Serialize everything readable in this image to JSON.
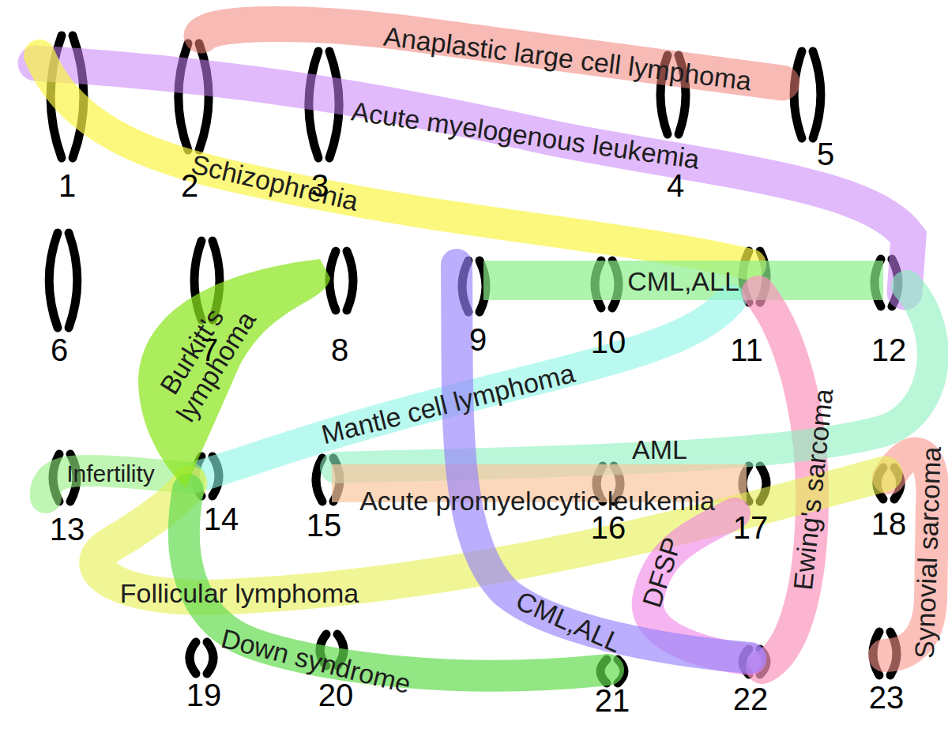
{
  "diagram": {
    "nodes": [
      {
        "text": [
          "Anaplastic large cell lymphoma"
        ]
      },
      {
        "text": [
          "Acute myelogenous leukemia"
        ]
      },
      {
        "text": [
          "Schizophrenia"
        ]
      },
      {
        "text": [
          "CML,ALL"
        ]
      },
      {
        "text": [
          "Burkitt's lymphoma"
        ]
      },
      {
        "text": [
          "Mantle cell lymphoma"
        ]
      },
      {
        "text": [
          "Ewing's sarcoma"
        ]
      },
      {
        "text": [
          "Infertility"
        ]
      },
      {
        "text": [
          "AML"
        ]
      },
      {
        "text": [
          "Acute promyelocytic leukemia"
        ]
      },
      {
        "text": [
          "Synovial sarcoma"
        ]
      },
      {
        "text": [
          "Follicular lymphoma"
        ]
      },
      {
        "text": [
          "DFSP"
        ]
      },
      {
        "text": [
          "CML,ALL"
        ]
      },
      {
        "text": [
          "Down syndrome"
        ]
      }
    ],
    "labels": [
      "1",
      "2",
      "3",
      "4",
      "5",
      "6",
      "7",
      "8",
      "9",
      "10",
      "11",
      "12",
      "13",
      "14",
      "15",
      "16",
      "17",
      "18",
      "19",
      "20",
      "21",
      "22",
      "23"
    ]
  }
}
